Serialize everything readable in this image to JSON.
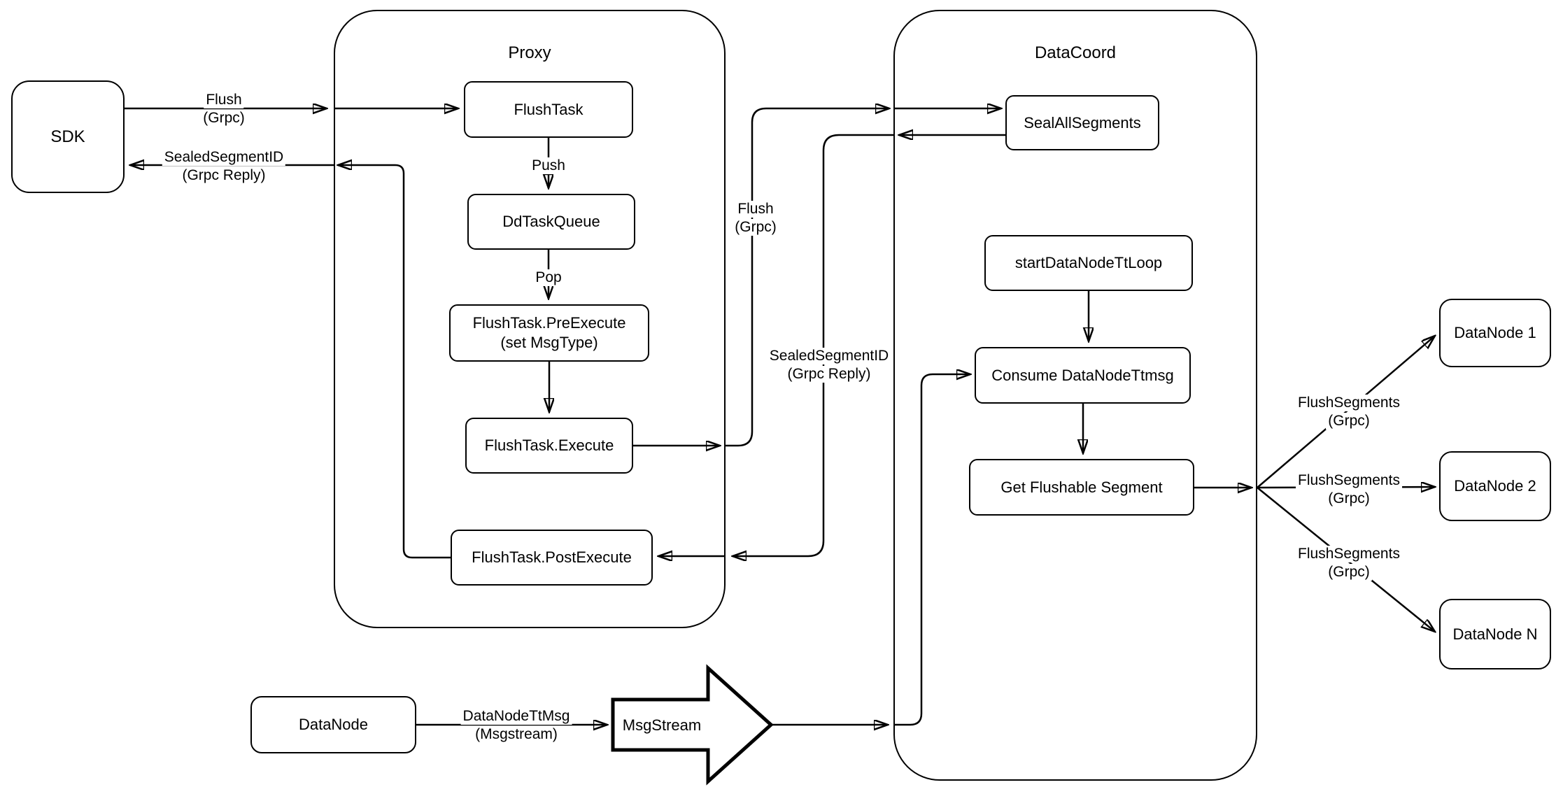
{
  "diagram": {
    "title_note": "Milvus flush data flow diagram",
    "colors": {
      "stroke": "#000000",
      "fill": "#ffffff",
      "background": "#ffffff"
    },
    "containers": {
      "proxy": {
        "title": "Proxy"
      },
      "datacoord": {
        "title": "DataCoord"
      }
    },
    "nodes": {
      "sdk": {
        "label": "SDK"
      },
      "flush_task": {
        "label": "FlushTask"
      },
      "dd_task_queue": {
        "label": "DdTaskQueue"
      },
      "pre_execute": {
        "line1": "FlushTask.PreExecute",
        "line2": "(set MsgType)"
      },
      "execute": {
        "label": "FlushTask.Execute"
      },
      "post_execute": {
        "label": "FlushTask.PostExecute"
      },
      "seal_all_segments": {
        "label": "SealAllSegments"
      },
      "start_datanode_tt_loop": {
        "label": "startDataNodeTtLoop"
      },
      "consume_datanode_ttmsg": {
        "label": "Consume DataNodeTtmsg"
      },
      "get_flushable_segment": {
        "label": "Get Flushable Segment"
      },
      "datanode_1": {
        "label": "DataNode 1"
      },
      "datanode_2": {
        "label": "DataNode 2"
      },
      "datanode_n": {
        "label": "DataNode N"
      },
      "datanode_bottom": {
        "label": "DataNode"
      },
      "msgstream": {
        "label": "MsgStream"
      }
    },
    "edge_labels": {
      "flush_grpc_left": {
        "line1": "Flush",
        "line2": "(Grpc)"
      },
      "sealed_segment_id_left": {
        "line1": "SealedSegmentID",
        "line2": "(Grpc Reply)"
      },
      "push": {
        "line1": "Push"
      },
      "pop": {
        "line1": "Pop"
      },
      "flush_grpc_mid": {
        "line1": "Flush",
        "line2": "(Grpc)"
      },
      "sealed_segment_id_mid": {
        "line1": "SealedSegmentID",
        "line2": "(Grpc Reply)"
      },
      "flush_segments_1": {
        "line1": "FlushSegments",
        "line2": "(Grpc)"
      },
      "flush_segments_2": {
        "line1": "FlushSegments",
        "line2": "(Grpc)"
      },
      "flush_segments_3": {
        "line1": "FlushSegments",
        "line2": "(Grpc)"
      },
      "datanode_tt_msg": {
        "line1": "DataNodeTtMsg",
        "line2": "(Msgstream)"
      }
    }
  }
}
